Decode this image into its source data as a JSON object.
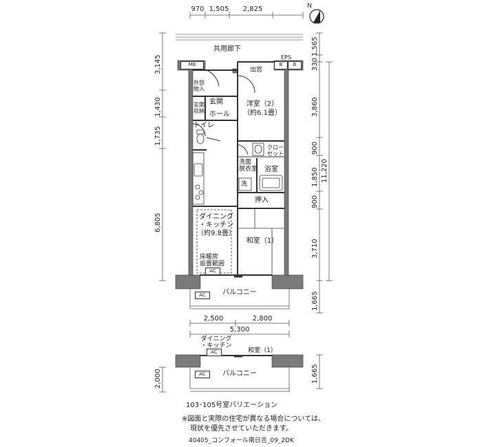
{
  "compass": {
    "label": "N"
  },
  "dims": {
    "top": [
      "970",
      "1,505",
      "2,825"
    ],
    "left": [
      "3,145",
      "1,430",
      "1,735",
      "6,805"
    ],
    "right_inner": [
      "3,860",
      "900",
      "1,850",
      "900",
      "3,710"
    ],
    "right_top": [
      "1,565",
      "330"
    ],
    "right_total": "11,220",
    "right_balcony": "1,665",
    "bottom": [
      "2,500",
      "2,800"
    ],
    "bottom_total": "5,300",
    "var_left": "2,000",
    "var_right": "1,665"
  },
  "rooms": {
    "corridor": "共用廊下",
    "eps": "EPS",
    "mb": "MB",
    "b1": "B",
    "b2": "B",
    "demado": "出窓",
    "outdoor_storage": [
      "外部",
      "物入"
    ],
    "genkan": "玄関",
    "genkan_storage": [
      "玄関",
      "収納"
    ],
    "hall": "ホール",
    "western": [
      "洋室（2）",
      "（約6.1畳）"
    ],
    "toilet": "トイレ",
    "closet": [
      "クロー",
      "ゼット"
    ],
    "washroom": [
      "洗面",
      "脱衣室"
    ],
    "bath": "浴室",
    "washer": "洗",
    "oshiire": "押入",
    "dining": [
      "ダイニング",
      "・キッチン",
      "（約9.8畳）"
    ],
    "floor_heating": [
      "床暖房",
      "設置範囲"
    ],
    "ac": "AC",
    "washitsu": "和室（1）",
    "balcony": "バルコニー",
    "balcony_ac": "AC"
  },
  "variation": {
    "dining": [
      "ダイニング",
      "・キッチン"
    ],
    "ac": "AC",
    "washitsu": "和室（1）",
    "balcony_ac": "AC",
    "balcony": "バルコニー",
    "caption": "103･105号室バリエーション"
  },
  "notes": {
    "line1": "※図面と実際の住宅が異なる場合については、",
    "line2": "現状を優先させていただきます。",
    "footer": "40405_コンフォール南日吉_09_2DK"
  }
}
